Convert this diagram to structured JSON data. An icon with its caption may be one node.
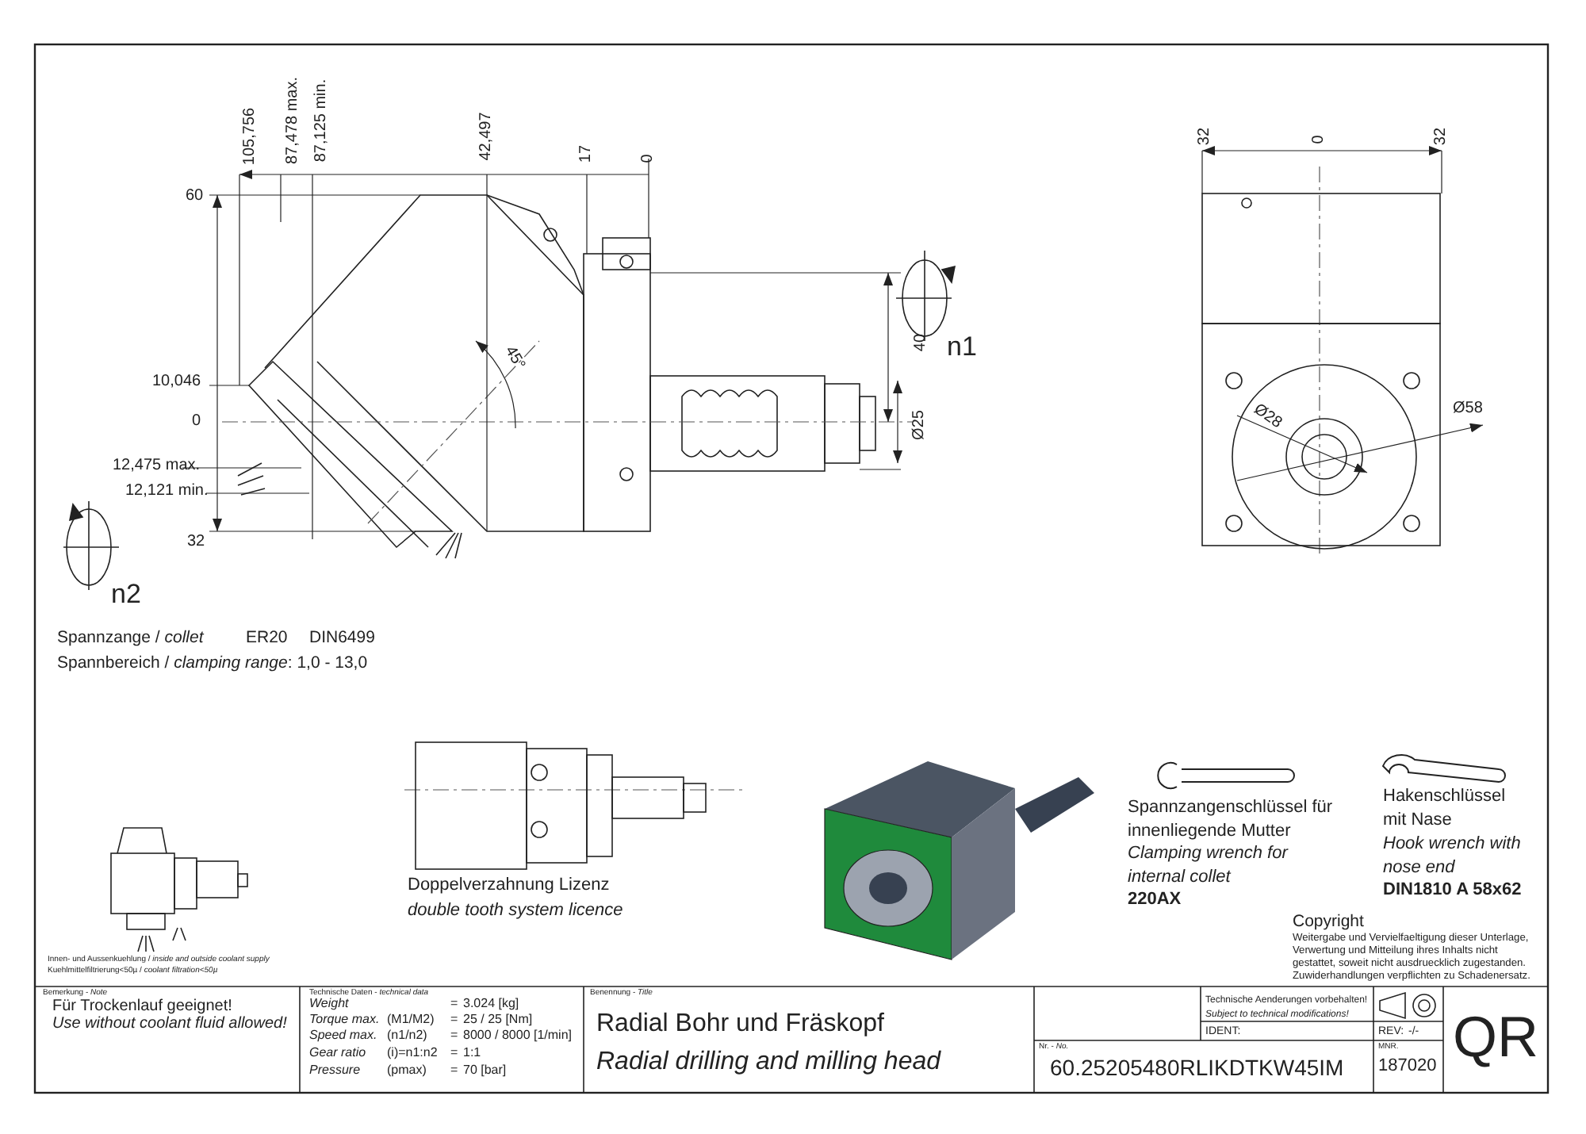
{
  "diagram": {
    "labels": [
      "105,756",
      "87,478 max.",
      "87,125 min.",
      "42,497",
      "17",
      "0",
      "32",
      "0",
      "32",
      "60",
      "10,046",
      "0",
      "45°",
      "12,475 max.",
      "12,121 min.",
      "40",
      "n1",
      "Ø25",
      "32",
      "Ø28",
      "Ø58",
      "n2",
      "Spannzange / *collet*",
      "ER20",
      "DIN6499",
      "Spannbereich / *clamping range*: 1,0 - 13,0",
      "Innen- und Aussenkuehlung / *inside and outside coolant supply*",
      "Kuehlmittelfiltrierung<50µ / *coolant filtration<50µ*",
      "Doppelverzahnung Lizenz",
      "double tooth system licence",
      "Spannzangenschlüssel für innenliegende Mutter",
      "Clamping wrench for internal collet",
      "220AX",
      "Hakenschlüssel mit Nase",
      "Hook wrench with nose end",
      "DIN1810 A 58x62",
      "Copyright",
      "Weitergabe und Vervielfaeltigung dieser Unterlage, Verwertung und Mitteilung ihres Inhalts nicht gestattet, soweit nicht ausdruecklich zugestanden. Zuwiderhandlungen verpflichten zu Schadenersatz.",
      "Bemerkung - *Note*",
      "Für Trockenlauf geeignet!",
      "Use without coolant fluid allowed!",
      "Technische Daten - *technical data*",
      "Weight",
      "=",
      "3.024 [kg]",
      "Torque max.",
      "(M1/M2)",
      "=",
      "25 / 25 [Nm]",
      "Speed max.",
      "(n1/n2)",
      "=",
      "8000 / 8000 [1/min]",
      "Gear ratio",
      "(i)=n1:n2",
      "=",
      "1:1",
      "Pressure",
      "(pmax)",
      "=",
      "70 [bar]",
      "Benennung - *Title*",
      "Radial Bohr und Fräskopf",
      "Radial drilling and milling head",
      "Technische Aenderungen vorbehalten!",
      "Subject to technical modifications!",
      "IDENT:",
      "REV:",
      "-/-",
      "Nr. - *No.*",
      "60.25205480RLIKDTKW45IM",
      "MNR.",
      "187020",
      "QR"
    ]
  }
}
